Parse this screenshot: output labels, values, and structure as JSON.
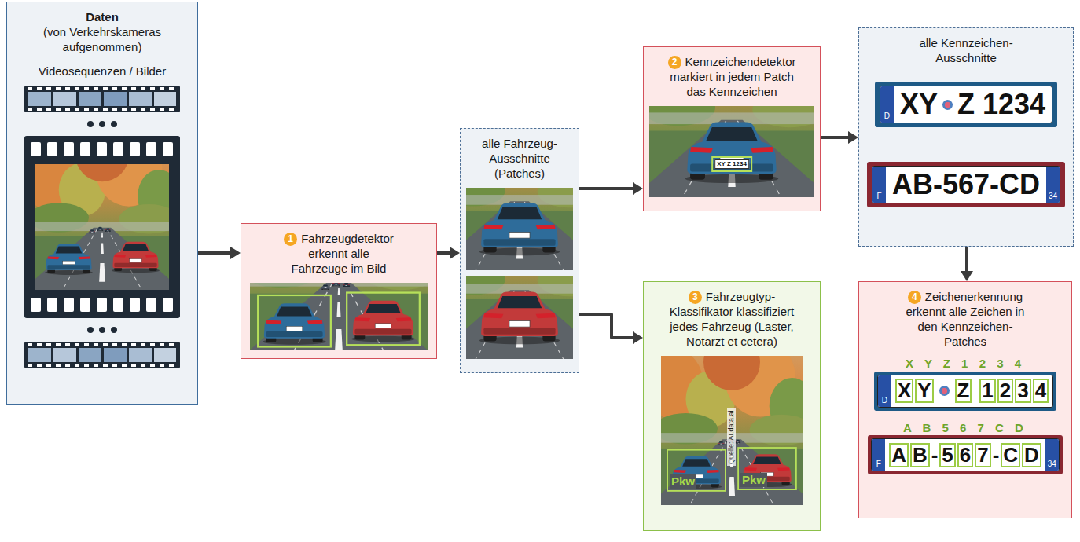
{
  "diagram": {
    "nodes": [
      {
        "text": [
          "Daten",
          "(von Verkehrskameras aufgenommen)",
          "Videosequenzen / Bilder"
        ]
      },
      {
        "text": [
          "1",
          "Fahrzeugdetektor erkennt alle Fahrzeuge im Bild"
        ]
      },
      {
        "text": [
          "alle Fahrzeug-Ausschnitte (Patches)"
        ]
      },
      {
        "text": [
          "2",
          "Kennzeichendetektor markiert in jedem Patch das Kennzeichen"
        ]
      },
      {
        "text": [
          "3",
          "Fahrzeugtyp-Klassifikator klassifiziert jedes Fahrzeug (Laster, Notarzt et cetera)"
        ]
      },
      {
        "text": [
          "alle Kennzeichen-Ausschnitte"
        ]
      },
      {
        "text": [
          "4",
          "Zeichenerkennung erkennt alle Zeichen in den Kennzeichen-Patches"
        ]
      }
    ],
    "edges": [
      {
        "from": 0,
        "to": 1,
        "arrow": "to"
      },
      {
        "from": 1,
        "to": 2,
        "arrow": "to"
      },
      {
        "from": 2,
        "to": 3,
        "arrow": "to"
      },
      {
        "from": 2,
        "to": 4,
        "arrow": "to"
      },
      {
        "from": 3,
        "to": 5,
        "arrow": "to"
      },
      {
        "from": 5,
        "to": 6,
        "arrow": "to"
      }
    ],
    "labels": [
      "XY Z 1234",
      "D",
      "XY",
      "Z 1234",
      "F",
      "AB-567-CD",
      "34",
      "Pkw",
      "Pkw",
      "Quelle: AI.data.ai",
      "X Y Z 1 2 3 4",
      "D",
      "X",
      "Y",
      "Z",
      "1",
      "2",
      "3",
      "4",
      "A B 5 6 7 C D",
      "F",
      "A",
      "B",
      "-",
      "5",
      "6",
      "7",
      "-",
      "C",
      "D",
      "34"
    ]
  }
}
